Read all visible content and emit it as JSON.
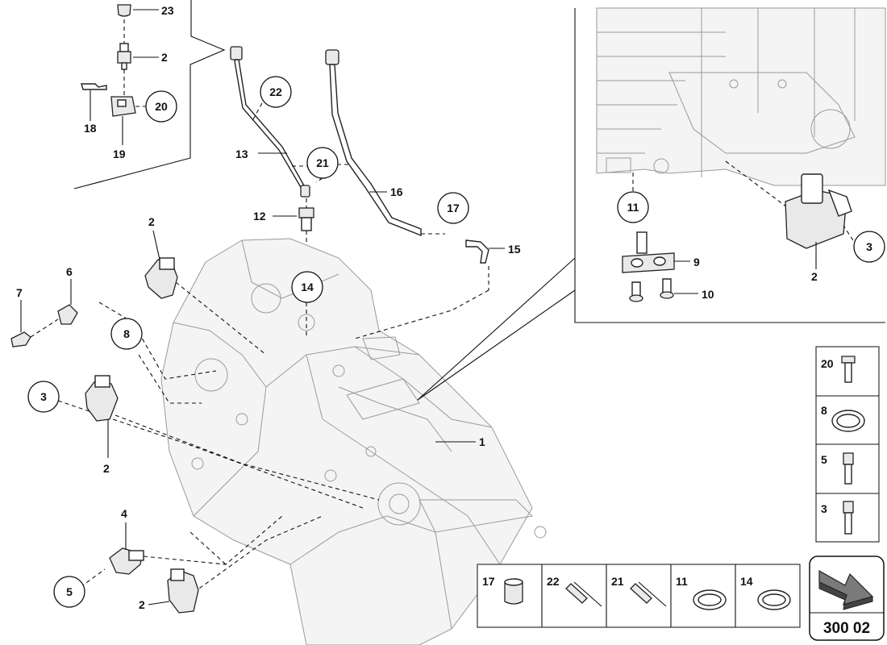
{
  "page_number": "300 02",
  "callouts": [
    {
      "id": "c22",
      "text": "22"
    },
    {
      "id": "c21",
      "text": "21"
    },
    {
      "id": "c20",
      "text": "20"
    },
    {
      "id": "c17",
      "text": "17"
    },
    {
      "id": "c14",
      "text": "14"
    },
    {
      "id": "c11",
      "text": "11"
    },
    {
      "id": "c8",
      "text": "8"
    },
    {
      "id": "c3a",
      "text": "3"
    },
    {
      "id": "c3b",
      "text": "3"
    },
    {
      "id": "c5",
      "text": "5"
    }
  ],
  "labels": [
    {
      "id": "l23",
      "text": "23"
    },
    {
      "id": "l2a",
      "text": "2"
    },
    {
      "id": "l18",
      "text": "18"
    },
    {
      "id": "l19",
      "text": "19"
    },
    {
      "id": "l13",
      "text": "13"
    },
    {
      "id": "l16",
      "text": "16"
    },
    {
      "id": "l12",
      "text": "12"
    },
    {
      "id": "l15",
      "text": "15"
    },
    {
      "id": "l2b",
      "text": "2"
    },
    {
      "id": "l6",
      "text": "6"
    },
    {
      "id": "l7",
      "text": "7"
    },
    {
      "id": "l1",
      "text": "1"
    },
    {
      "id": "l2c",
      "text": "2"
    },
    {
      "id": "l4",
      "text": "4"
    },
    {
      "id": "l2d",
      "text": "2"
    },
    {
      "id": "l9",
      "text": "9"
    },
    {
      "id": "l10",
      "text": "10"
    },
    {
      "id": "l2e",
      "text": "2"
    }
  ],
  "legend_side": [
    {
      "text": "20"
    },
    {
      "text": "8"
    },
    {
      "text": "5"
    },
    {
      "text": "3"
    }
  ],
  "legend_bottom": [
    {
      "text": "17"
    },
    {
      "text": "22"
    },
    {
      "text": "21"
    },
    {
      "text": "11"
    },
    {
      "text": "14"
    }
  ]
}
